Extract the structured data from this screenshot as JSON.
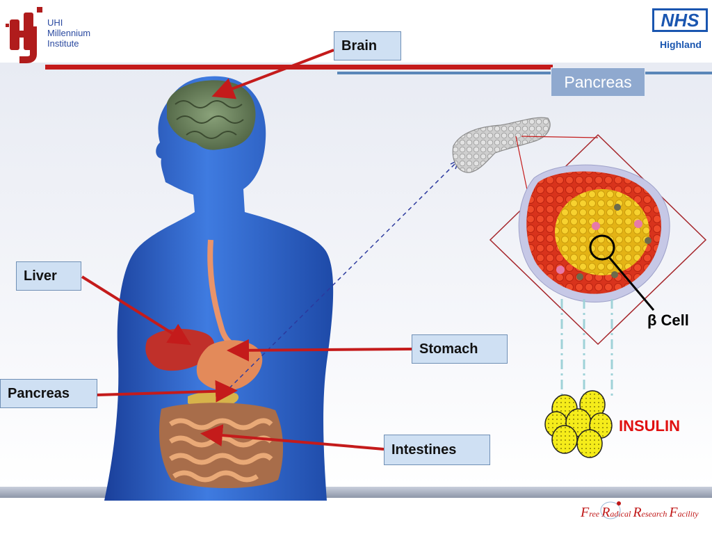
{
  "header": {
    "uhi_lines": [
      "UHI",
      "Millennium",
      "Institute"
    ],
    "nhs_main": "NHS",
    "nhs_sub": "Highland"
  },
  "title": "Pancreas",
  "labels": {
    "brain": "Brain",
    "liver": "Liver",
    "stomach": "Stomach",
    "pancreas": "Pancreas",
    "intestines": "Intestines"
  },
  "beta_cell": "β Cell",
  "insulin": "INSULIN",
  "footer": {
    "letters": [
      "F",
      "R",
      "R",
      "F"
    ],
    "rests": [
      "ree ",
      "adical ",
      "esearch ",
      "acility"
    ]
  },
  "colors": {
    "arrow": "#c41b1b",
    "body": "#2f63c9",
    "beta_cell": "#f2c21a",
    "alpha_cell": "#e8421f",
    "insulin": "#f5ec1a"
  }
}
